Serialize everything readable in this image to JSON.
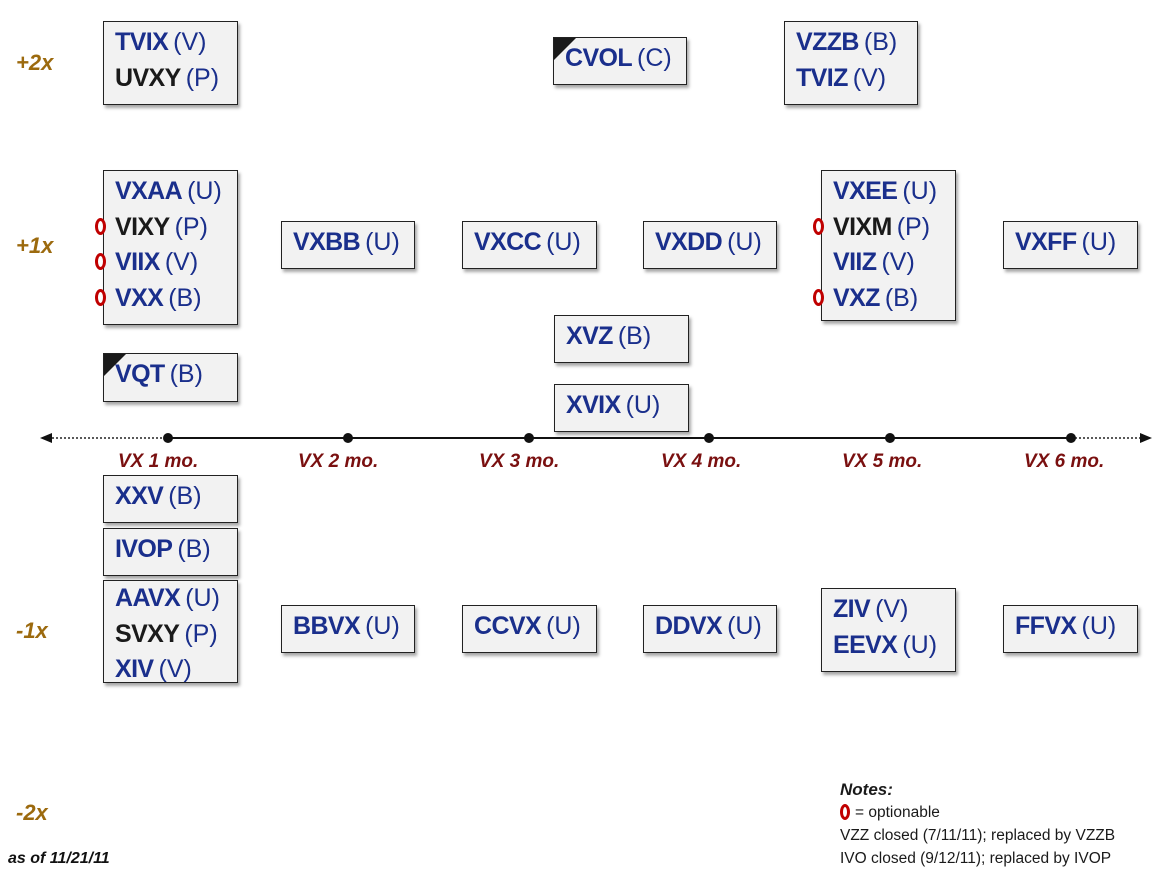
{
  "levels": {
    "plus2": "+2x",
    "plus1": "+1x",
    "minus1": "-1x",
    "minus2": "-2x"
  },
  "axis_labels": [
    "VX 1 mo.",
    "VX 2 mo.",
    "VX 3 mo.",
    "VX 4 mo.",
    "VX 5 mo.",
    "VX 6 mo."
  ],
  "boxes": {
    "b1": {
      "rows": [
        {
          "t": "TVIX",
          "y": "(V)"
        },
        {
          "t": "UVXY",
          "y": "(P)"
        }
      ]
    },
    "b2": {
      "rows": [
        {
          "t": "CVOL",
          "y": "(C)"
        }
      ]
    },
    "b3": {
      "rows": [
        {
          "t": "VZZB",
          "y": "(B)"
        },
        {
          "t": "TVIZ",
          "y": "(V)"
        }
      ]
    },
    "b4": {
      "rows": [
        {
          "t": "VXAA",
          "y": "(U)"
        },
        {
          "t": "VIXY",
          "y": "(P)"
        },
        {
          "t": "VIIX",
          "y": "(V)"
        },
        {
          "t": "VXX",
          "y": "(B)"
        }
      ]
    },
    "b5": {
      "rows": [
        {
          "t": "VXBB",
          "y": "(U)"
        }
      ]
    },
    "b6": {
      "rows": [
        {
          "t": "VXCC",
          "y": "(U)"
        }
      ]
    },
    "b7": {
      "rows": [
        {
          "t": "VXDD",
          "y": "(U)"
        }
      ]
    },
    "b8": {
      "rows": [
        {
          "t": "VXEE",
          "y": "(U)"
        },
        {
          "t": "VIXM",
          "y": "(P)"
        },
        {
          "t": "VIIZ",
          "y": "(V)"
        },
        {
          "t": "VXZ",
          "y": "(B)"
        }
      ]
    },
    "b9": {
      "rows": [
        {
          "t": "VXFF",
          "y": "(U)"
        }
      ]
    },
    "b10": {
      "rows": [
        {
          "t": "XVZ",
          "y": "(B)"
        }
      ]
    },
    "b11": {
      "rows": [
        {
          "t": "VQT",
          "y": "(B)"
        }
      ]
    },
    "b12": {
      "rows": [
        {
          "t": "XVIX",
          "y": "(U)"
        }
      ]
    },
    "b13": {
      "rows": [
        {
          "t": "XXV",
          "y": "(B)"
        }
      ]
    },
    "b14": {
      "rows": [
        {
          "t": "IVOP",
          "y": "(B)"
        }
      ]
    },
    "b15": {
      "rows": [
        {
          "t": "AAVX",
          "y": "(U)"
        },
        {
          "t": "SVXY",
          "y": "(P)"
        },
        {
          "t": "XIV",
          "y": "(V)"
        }
      ]
    },
    "b16": {
      "rows": [
        {
          "t": "BBVX",
          "y": "(U)"
        }
      ]
    },
    "b17": {
      "rows": [
        {
          "t": "CCVX",
          "y": "(U)"
        }
      ]
    },
    "b18": {
      "rows": [
        {
          "t": "DDVX",
          "y": "(U)"
        }
      ]
    },
    "b19": {
      "rows": [
        {
          "t": "ZIV",
          "y": "(V)"
        },
        {
          "t": "EEVX",
          "y": "(U)"
        }
      ]
    },
    "b20": {
      "rows": [
        {
          "t": "FFVX",
          "y": "(U)"
        }
      ]
    }
  },
  "notes": {
    "heading": "Notes:",
    "optionable": "= optionable",
    "line1": "VZZ closed (7/11/11); replaced by VZZB",
    "line2": "IVO closed (9/12/11); replaced by IVOP"
  },
  "as_of": "as of 11/21/11",
  "colors": {
    "ticker": "#1a2f8c",
    "ticker_alt": "#1a1a1a",
    "level": "#9c6a0e",
    "axis_label": "#7a1010",
    "optionable_marker": "#c00000",
    "box_fill": "#f2f2f2"
  }
}
